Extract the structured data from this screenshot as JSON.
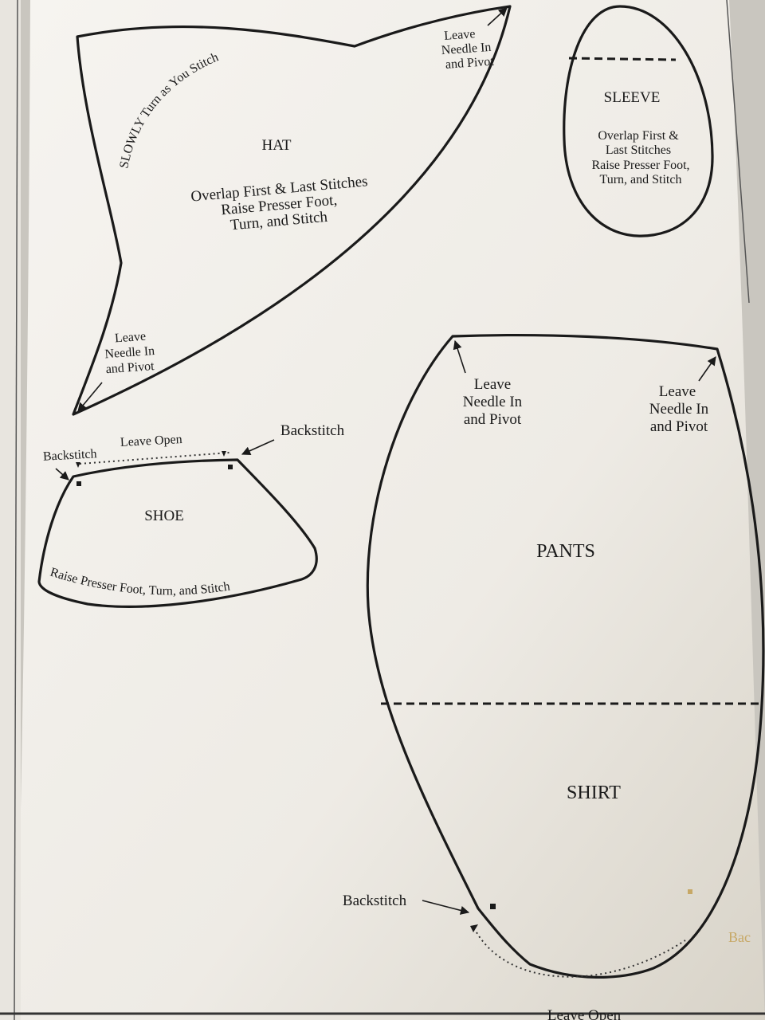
{
  "pieces": {
    "hat": {
      "title": "HAT",
      "curve_text": "SLOWLY Turn as You Stitch",
      "instructions": [
        "Overlap First & Last Stitches",
        "Raise Presser Foot,",
        "Turn, and Stitch"
      ],
      "pivot_top": [
        "Leave",
        "Needle In",
        "and Pivot"
      ],
      "pivot_bottom": [
        "Leave",
        "Needle In",
        "and Pivot"
      ]
    },
    "sleeve": {
      "title": "SLEEVE",
      "instructions": [
        "Overlap First &",
        "Last Stitches",
        "Raise Presser Foot,",
        "Turn, and Stitch"
      ]
    },
    "shoe": {
      "title": "SHOE",
      "bottom_text": "Raise Presser Foot, Turn, and Stitch",
      "backstitch_left": "Backstitch",
      "leave_open": "Leave Open",
      "backstitch_right": "Backstitch"
    },
    "pants": {
      "title": "PANTS",
      "pivot_left": [
        "Leave",
        "Needle In",
        "and Pivot"
      ],
      "pivot_right": [
        "Leave",
        "Needle In",
        "and Pivot"
      ]
    },
    "shirt": {
      "title": "SHIRT",
      "backstitch": "Backstitch",
      "leave_open": "Leave Open",
      "partial_label": "Bac"
    }
  },
  "colors": {
    "page": "#f4f2ee",
    "ink": "#1a1a1a",
    "gutter": "#c9c6bf"
  }
}
